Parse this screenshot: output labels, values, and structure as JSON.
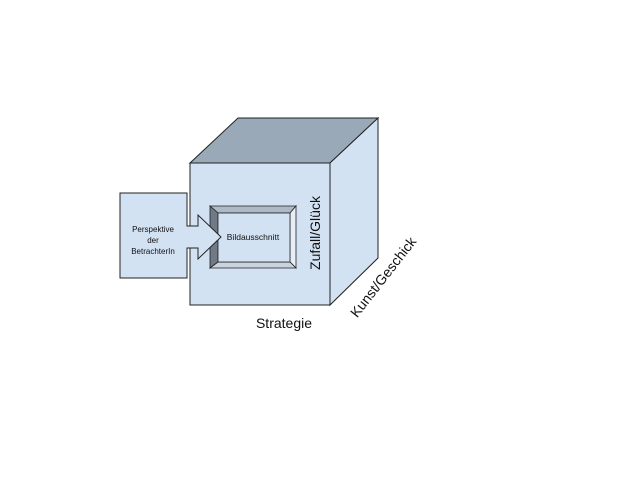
{
  "diagram": {
    "perspective_label": [
      "Perspektive",
      "der",
      "BetrachterIn"
    ],
    "frame_label": "Bildausschnitt",
    "axis_vertical": "Zufall/Glück",
    "axis_depth": "Kunst/Geschick",
    "axis_horizontal": "Strategie"
  },
  "colors": {
    "face_front": "#d3e2f3",
    "face_top": "#9aa9b8",
    "face_right": "#d3e2f3",
    "stroke": "#222222"
  }
}
